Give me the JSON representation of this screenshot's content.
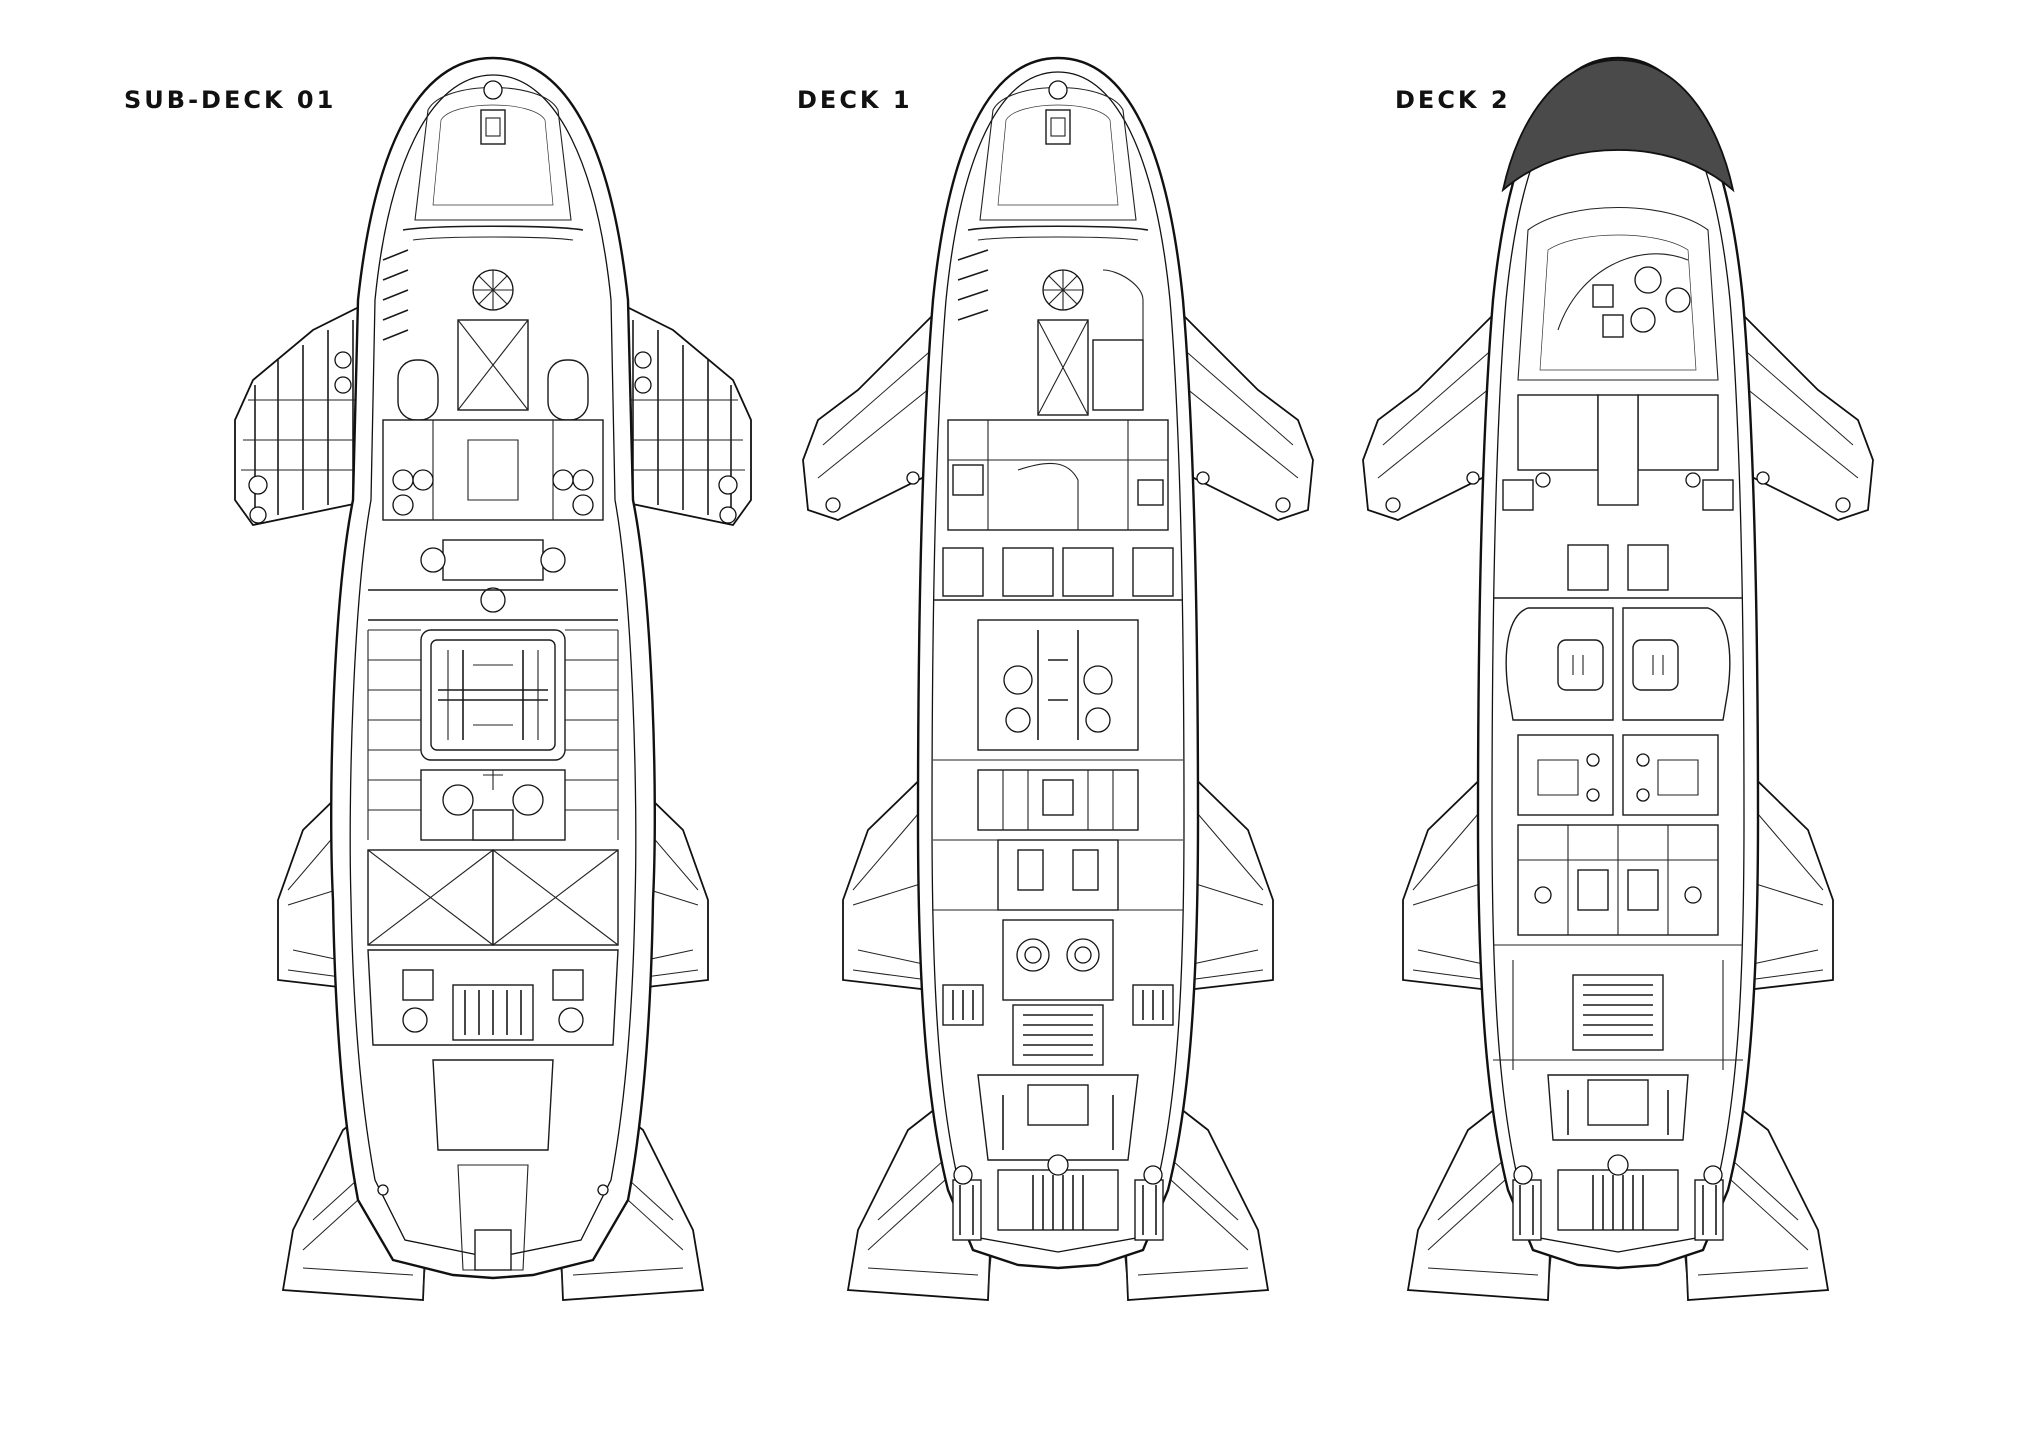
{
  "decks": [
    {
      "id": "sub-deck-01",
      "label": "SUB-DECK 01"
    },
    {
      "id": "deck-1",
      "label": "DECK 1"
    },
    {
      "id": "deck-2",
      "label": "DECK 2"
    }
  ]
}
